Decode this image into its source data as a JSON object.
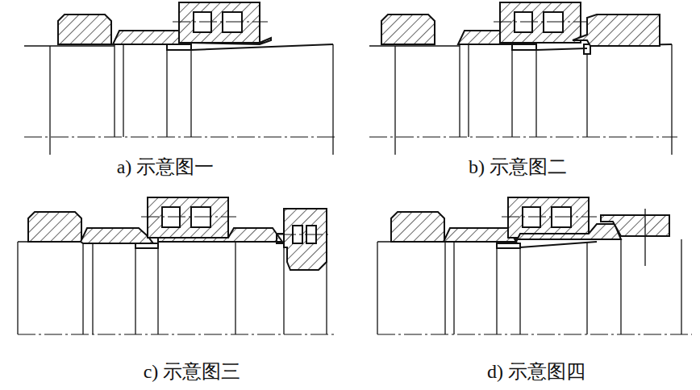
{
  "diagram": {
    "labels": [
      "a) 示意图一",
      "b) 示意图二",
      "c) 示意图三",
      "d) 示意图四"
    ]
  }
}
